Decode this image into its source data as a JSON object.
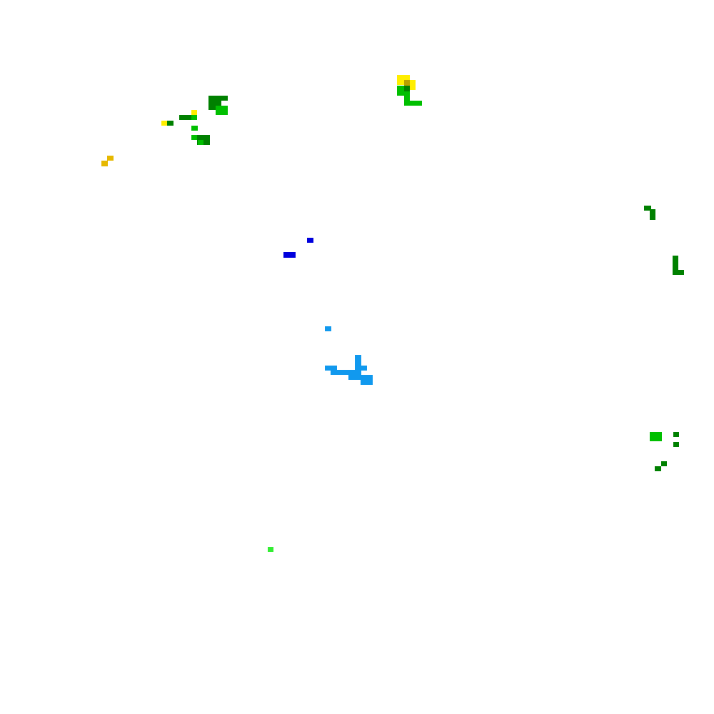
{
  "palette": {
    "background": "#ffffff",
    "yellow": "#ffee00",
    "gold": "#e6b800",
    "olive": "#b8a000",
    "dark_green": "#008000",
    "green": "#00bf00",
    "bright_green": "#33ee33",
    "blue": "#0000dd",
    "light_blue": "#1199ee"
  },
  "clusters": [
    {
      "name": "cluster-top-left",
      "color_key": "green"
    },
    {
      "name": "cluster-top-center",
      "color_key": "yellow"
    },
    {
      "name": "cluster-left-gold",
      "color_key": "gold"
    },
    {
      "name": "cluster-right-upper",
      "color_key": "dark_green"
    },
    {
      "name": "cluster-center-blue",
      "color_key": "blue"
    },
    {
      "name": "cluster-center-light-blue",
      "color_key": "light_blue"
    },
    {
      "name": "cluster-right-lower",
      "color_key": "green"
    },
    {
      "name": "cluster-bottom-left",
      "color_key": "bright_green"
    }
  ]
}
